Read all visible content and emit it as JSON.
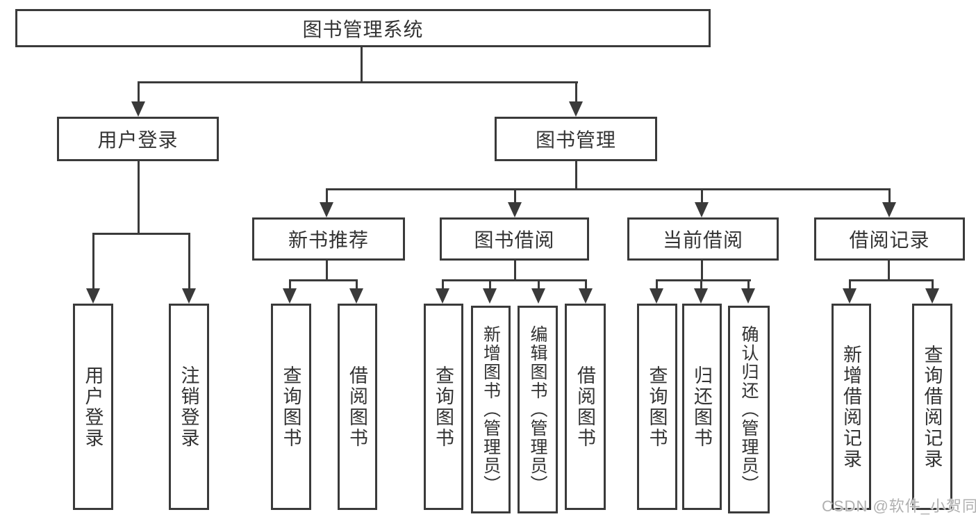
{
  "diagram": {
    "title": "图书管理系统",
    "level1": {
      "user_login": "用户登录",
      "book_management": "图书管理"
    },
    "level2": {
      "new_book_recommend": "新书推荐",
      "book_borrowing": "图书借阅",
      "current_borrowing": "当前借阅",
      "borrow_records": "借阅记录"
    },
    "leaves": {
      "user_login": "用户登录",
      "logout": "注销登录",
      "nr_query_books": "查询图书",
      "nr_borrow_books": "借阅图书",
      "bb_query_books": "查询图书",
      "bb_add_book_admin": "新增图书（管理员）",
      "bb_edit_book_admin": "编辑图书（管理员）",
      "bb_borrow_books": "借阅图书",
      "cb_query_books": "查询图书",
      "cb_return_book": "归还图书",
      "cb_confirm_return_admin": "确认归还（管理员）",
      "br_add_record": "新增借阅记录",
      "br_query_record": "查询借阅记录"
    },
    "watermark": "CSDN @软件_小贺同学",
    "colors": {
      "line": "#3a3a3a",
      "text": "#333333",
      "watermark": "#b0b0b0"
    }
  }
}
